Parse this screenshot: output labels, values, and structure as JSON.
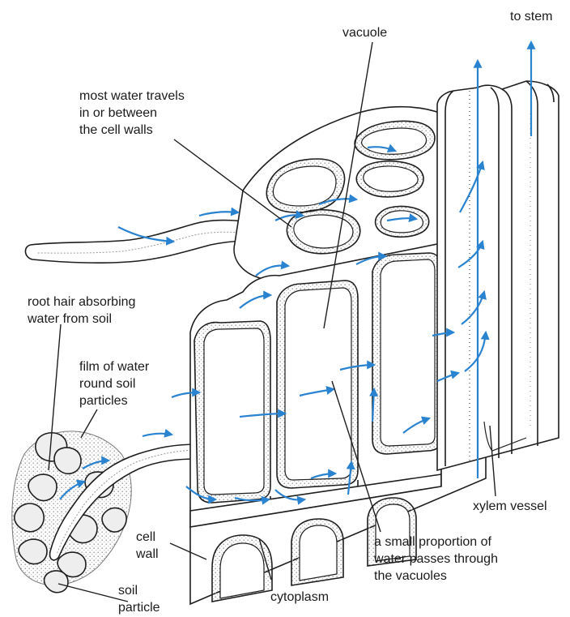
{
  "labels": {
    "to_stem": "to stem",
    "vacuole": "vacuole",
    "most_water": [
      "most water travels",
      "in or between",
      "the cell walls"
    ],
    "root_hair": [
      "root hair absorbing",
      "water from soil"
    ],
    "film_of_water": [
      "film of water",
      "round soil",
      "particles"
    ],
    "xylem_vessel": "xylem vessel",
    "cell_wall": [
      "cell",
      "wall"
    ],
    "small_proportion": [
      "a small proportion of",
      "water passes through",
      "the vacuoles"
    ],
    "soil_particle": [
      "soil",
      "particle"
    ],
    "cytoplasm": "cytoplasm"
  },
  "colors": {
    "arrow": "#2a83d1",
    "line": "#1e1e1e",
    "stipple": "#bdbdbd",
    "background": "#ffffff"
  }
}
